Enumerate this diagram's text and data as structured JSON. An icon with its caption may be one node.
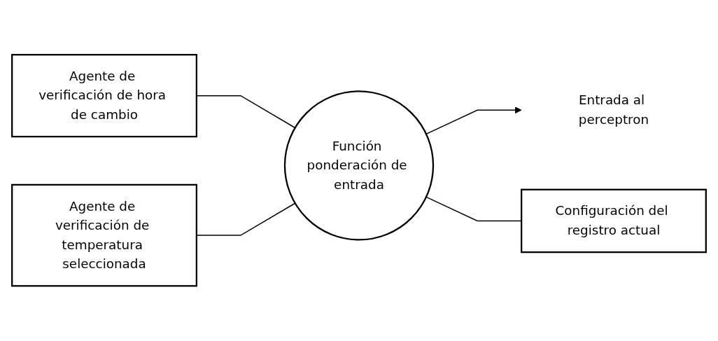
{
  "diagram": {
    "nodes": [
      {
        "text": [
          "Agente de verificación de hora de cambio"
        ]
      },
      {
        "text": [
          "Agente de verificación de temperatura seleccionada"
        ]
      },
      {
        "text": [
          "Función ponderación de entrada"
        ]
      },
      {
        "text": [
          "Entrada al perceptron"
        ]
      },
      {
        "text": [
          "Configuración del registro actual"
        ]
      }
    ],
    "edges": [
      {
        "from": 0,
        "to": 2,
        "arrow": "none"
      },
      {
        "from": 1,
        "to": 2,
        "arrow": "none"
      },
      {
        "from": 2,
        "to": 3,
        "arrow": "to"
      },
      {
        "from": 2,
        "to": 4,
        "arrow": "none"
      }
    ]
  }
}
